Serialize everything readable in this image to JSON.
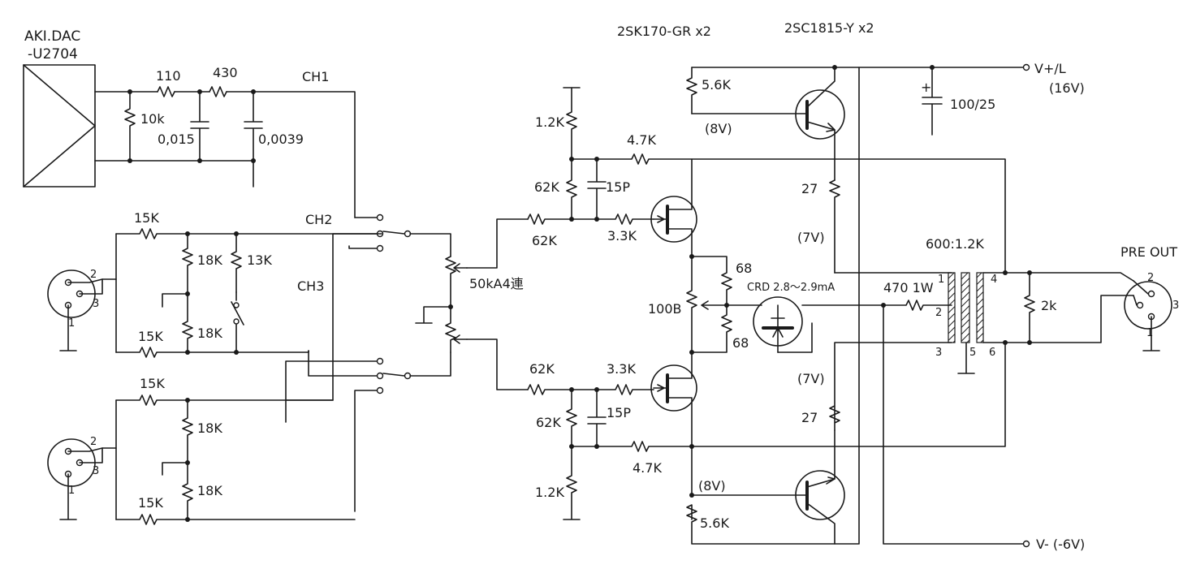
{
  "title": {
    "dac": "AKI.DAC",
    "dac_model": "-U2704",
    "fet": "2SK170-GR x2",
    "bjt": "2SC1815-Y x2"
  },
  "rails": {
    "vplus": "V+/L",
    "vplus_value": "(16V)",
    "vminus": "V- (-6V)",
    "cap": "100/25"
  },
  "channels": {
    "ch1": "CH1",
    "ch2": "CH2",
    "ch3": "CH3"
  },
  "filter": {
    "r1": "110",
    "r2": "430",
    "r3": "10k",
    "c1": "0,015",
    "c2": "0,0039"
  },
  "ch2_input": {
    "r_top": "15K",
    "r_bot": "15K",
    "r_div1": "18K",
    "r_div2": "18K",
    "r_mute": "13K"
  },
  "ch3_input": {
    "r_top": "15K",
    "r_bot": "15K",
    "r_div1": "18K",
    "r_div2": "18K"
  },
  "pins": {
    "p1": "1",
    "p2": "2",
    "p3": "3",
    "p4": "4",
    "p5": "5",
    "p6": "6"
  },
  "volume": {
    "label": "50kA4連"
  },
  "amp_top": {
    "r_bias": "1.2K",
    "r_div": "62K",
    "r_in": "62K",
    "c_ff": "15P",
    "r_gate": "3.3K",
    "r_fb": "4.7K"
  },
  "amp_bot": {
    "r_bias": "1.2K",
    "r_div": "62K",
    "r_in": "62K",
    "c_ff": "15P",
    "r_gate": "3.3K",
    "r_fb": "4.7K"
  },
  "output_stage": {
    "r_top": "5.6K",
    "v_top": "(8V)",
    "r_top_e": "27",
    "v_top_e": "(7V)",
    "r_bot": "5.6K",
    "v_bot": "(8V)",
    "r_bot_e": "27",
    "v_bot_e": "(7V)",
    "r_src_top": "68",
    "r_src_bot": "68",
    "pot": "100B",
    "crd": "CRD 2.8～2.9mA",
    "r_out": "470 1W"
  },
  "transformer": {
    "ratio": "600:1.2K",
    "load": "2k"
  },
  "output": {
    "label": "PRE OUT"
  }
}
